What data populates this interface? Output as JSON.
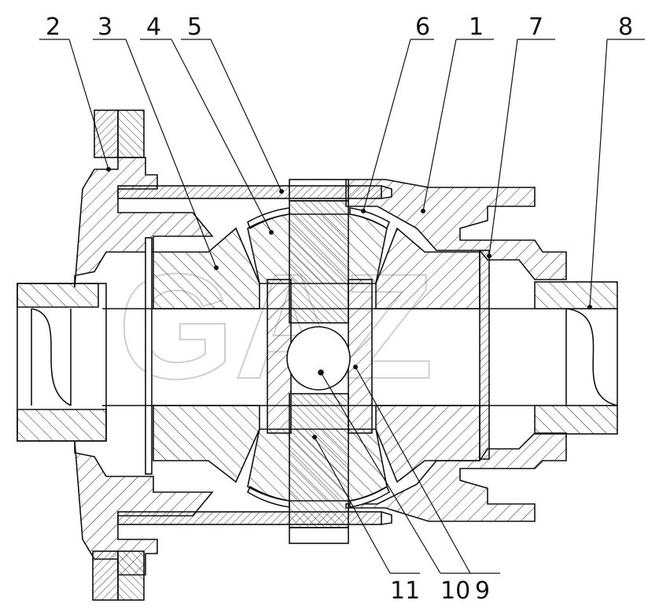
{
  "drawing": {
    "callouts": [
      {
        "id": "2",
        "label": "2"
      },
      {
        "id": "3",
        "label": "3"
      },
      {
        "id": "4",
        "label": "4"
      },
      {
        "id": "5",
        "label": "5"
      },
      {
        "id": "6",
        "label": "6"
      },
      {
        "id": "1",
        "label": "1"
      },
      {
        "id": "7",
        "label": "7"
      },
      {
        "id": "8",
        "label": "8"
      },
      {
        "id": "11",
        "label": "11"
      },
      {
        "id": "10",
        "label": "10"
      },
      {
        "id": "9",
        "label": "9"
      }
    ],
    "watermark": "GAZ",
    "corner_mark": "",
    "colors": {
      "line": "#111111",
      "hatch": "#222222",
      "watermark": "#777777",
      "background": "#ffffff"
    }
  }
}
